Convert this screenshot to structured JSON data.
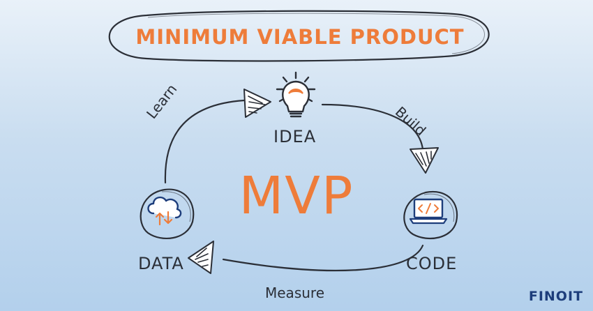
{
  "title": "MINIMUM VIABLE PRODUCT",
  "center": "MVP",
  "nodes": {
    "idea": "IDEA",
    "code": "CODE",
    "data": "DATA"
  },
  "edges": {
    "learn": "Learn",
    "build": "Build",
    "measure": "Measure"
  },
  "brand": "FINOIT",
  "colors": {
    "accent": "#ee7c3a",
    "ink": "#2b2f37",
    "brand": "#1d3d7b",
    "background_top": "#e9f1f9",
    "background_bottom": "#b3d0ec"
  },
  "icons": [
    "lightbulb-icon",
    "laptop-code-icon",
    "cloud-transfer-icon"
  ]
}
